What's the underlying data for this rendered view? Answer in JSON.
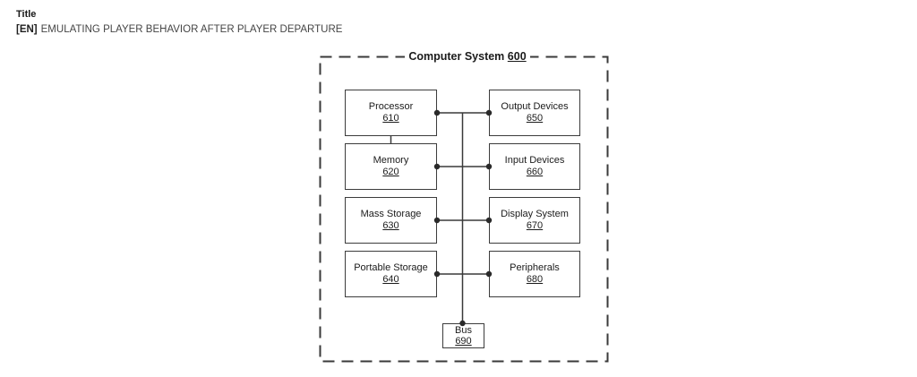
{
  "page": {
    "title_label": "Title",
    "lang_tag": "[EN]",
    "title_text": "EMULATING PLAYER BEHAVIOR AFTER PLAYER DEPARTURE"
  },
  "diagram": {
    "system_label": "Computer System",
    "system_ref": "600",
    "left_boxes": [
      {
        "label": "Processor",
        "ref": "610"
      },
      {
        "label": "Memory",
        "ref": "620"
      },
      {
        "label": "Mass Storage",
        "ref": "630"
      },
      {
        "label": "Portable Storage",
        "ref": "640"
      }
    ],
    "right_boxes": [
      {
        "label": "Output Devices",
        "ref": "650"
      },
      {
        "label": "Input Devices",
        "ref": "660"
      },
      {
        "label": "Display System",
        "ref": "670"
      },
      {
        "label": "Peripherals",
        "ref": "680"
      }
    ],
    "bus_box": {
      "label": "Bus",
      "ref": "690"
    },
    "colors": {
      "line": "#3a3a3a",
      "dot": "#2a2a2a",
      "text": "#1b1b1b"
    }
  }
}
